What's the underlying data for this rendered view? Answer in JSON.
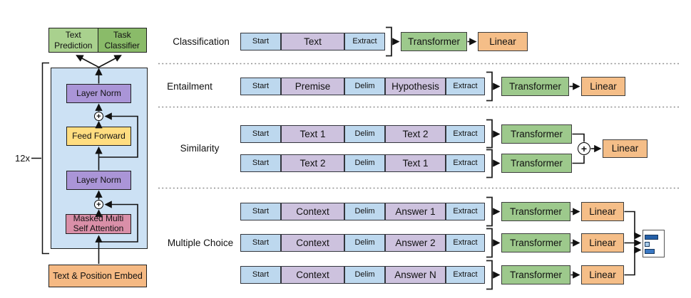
{
  "left": {
    "repeat_label": "12x",
    "plus_symbol": "+",
    "outputs": {
      "text_prediction": "Text Prediction",
      "task_classifier": "Task Classifier"
    },
    "blocks": {
      "layer_norm_top": "Layer Norm",
      "feed_forward": "Feed Forward",
      "layer_norm_bottom": "Layer Norm",
      "masked_attention": "Masked Multi Self Attention",
      "embed": "Text & Position Embed"
    }
  },
  "right": {
    "plus_symbol": "+",
    "tasks": [
      {
        "name": "Classification",
        "transformer_label": "Transformer",
        "linear_label": "Linear",
        "rows": [
          {
            "tokens": [
              "Start",
              "Text",
              "Extract"
            ]
          }
        ]
      },
      {
        "name": "Entailment",
        "transformer_label": "Transformer",
        "linear_label": "Linear",
        "rows": [
          {
            "tokens": [
              "Start",
              "Premise",
              "Delim",
              "Hypothesis",
              "Extract"
            ]
          }
        ]
      },
      {
        "name": "Similarity",
        "transformer_label": "Transformer",
        "linear_label": "Linear",
        "rows": [
          {
            "tokens": [
              "Start",
              "Text 1",
              "Delim",
              "Text 2",
              "Extract"
            ]
          },
          {
            "tokens": [
              "Start",
              "Text 2",
              "Delim",
              "Text 1",
              "Extract"
            ]
          }
        ]
      },
      {
        "name": "Multiple Choice",
        "transformer_label": "Transformer",
        "linear_label": "Linear",
        "rows": [
          {
            "tokens": [
              "Start",
              "Context",
              "Delim",
              "Answer 1",
              "Extract"
            ]
          },
          {
            "tokens": [
              "Start",
              "Context",
              "Delim",
              "Answer 2",
              "Extract"
            ]
          },
          {
            "tokens": [
              "Start",
              "Context",
              "Delim",
              "Answer N",
              "Extract"
            ]
          }
        ]
      }
    ]
  },
  "colors": {
    "token_blue": "#BDD8EE",
    "token_purple": "#CDC2DE",
    "transformer_green": "#9DC98C",
    "linear_orange": "#F5BE88",
    "panel_blue": "#CCE1F4",
    "layer_norm_purple": "#AA95D7",
    "feed_forward_yellow": "#FFDD80",
    "attention_pink": "#D98FA8",
    "embed_orange": "#F5B983",
    "output_green_light": "#A9D18E",
    "output_green_dark": "#8ABB69",
    "bar_dark_blue": "#2460A7",
    "bar_light_blue": "#A9CCEA",
    "bar_mid_blue": "#3A78C3"
  }
}
